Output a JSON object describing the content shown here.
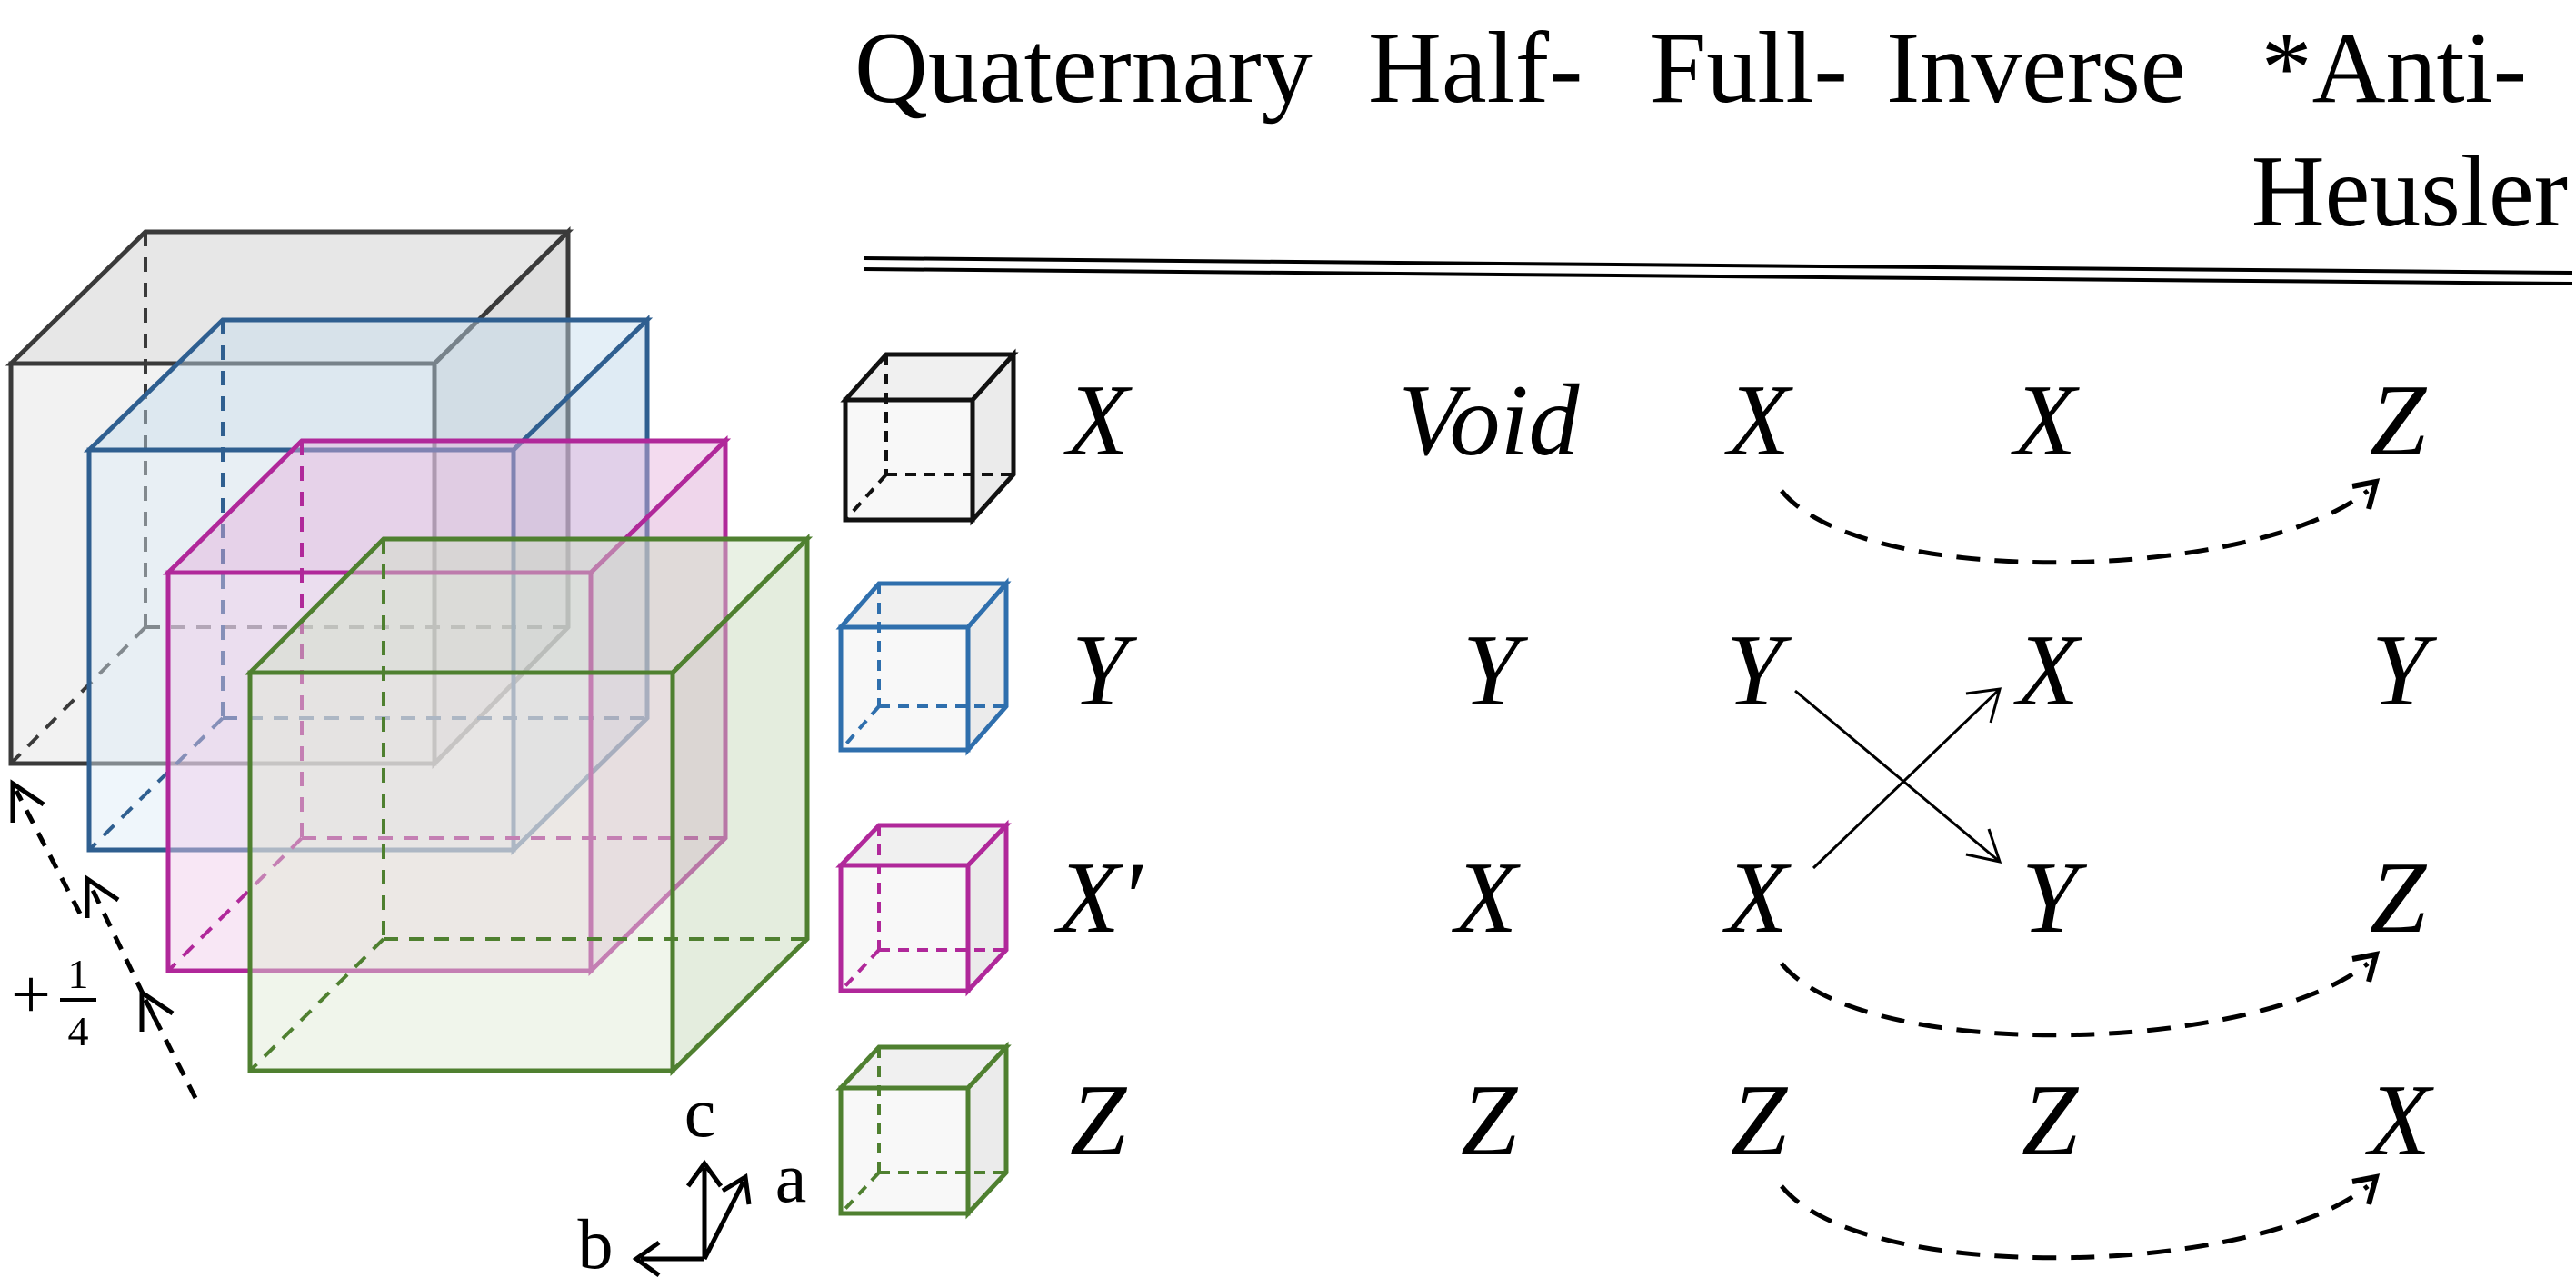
{
  "header": {
    "col1": "Quaternary",
    "col2": "Half-",
    "col3": "Full-",
    "col4": "Inverse",
    "col5_line1": "*Anti-",
    "col5_line2": "Heusler"
  },
  "colors": {
    "site1": "#333333",
    "site2": "#2f6fad",
    "site3": "#b0289a",
    "site4": "#4f8030"
  },
  "rows": [
    {
      "site": "black",
      "quaternary": "X",
      "half": "Void",
      "full": "X",
      "inverse": "X",
      "anti": "Z"
    },
    {
      "site": "blue",
      "quaternary": "Y",
      "half": "Y",
      "full": "Y",
      "inverse": "X",
      "anti": "Y"
    },
    {
      "site": "magenta",
      "quaternary": "X′",
      "half": "X",
      "full": "X",
      "inverse": "Y",
      "anti": "Z"
    },
    {
      "site": "green",
      "quaternary": "Z",
      "half": "Z",
      "full": "Z",
      "inverse": "Z",
      "anti": "X"
    }
  ],
  "shift": {
    "sign": "+",
    "numerator": "1",
    "denominator": "4"
  },
  "axes": {
    "a": "a",
    "b": "b",
    "c": "c"
  }
}
